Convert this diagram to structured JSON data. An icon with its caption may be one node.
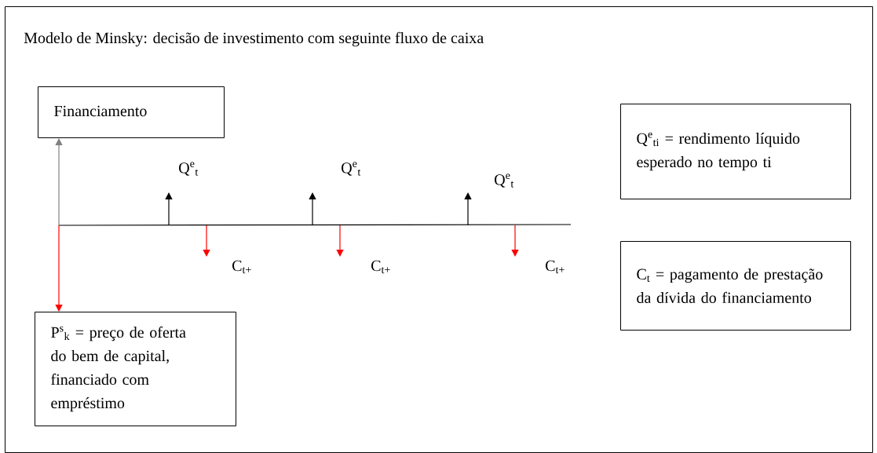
{
  "diagram": {
    "nodes": [
      {
        "text": [
          "Modelo de Minsky: decisão de investimento com seguinte fluxo de caixa"
        ]
      },
      {
        "text": [
          "Financiamento"
        ],
        "in": 0
      },
      {
        "text": [
          "Q$^{e}$$_{ti}$ = rendimento líquido esperado no tempo ti"
        ],
        "in": 0
      },
      {
        "text": [
          "C$_{t}$ = pagamento de prestação da dívida do financiamento"
        ],
        "in": 0
      },
      {
        "text": [
          "P$^{s}$$_{k}$ = preço de oferta do bem de capital, financiado com empréstimo"
        ],
        "in": 0
      }
    ],
    "edges": [
      {
        "from": null,
        "to": 1,
        "arrow": "to",
        "color": "#808080"
      },
      {
        "from": null,
        "to": 4,
        "arrow": "to",
        "color": "#ff0000"
      }
    ],
    "labels": [
      "Q$^{e}$$_{t}$",
      "Q$^{e}$$_{t}$",
      "Q$^{e}$$_{t}$",
      "C$_{t+}$",
      "C$_{t+}$",
      "C$_{t+}$"
    ]
  }
}
